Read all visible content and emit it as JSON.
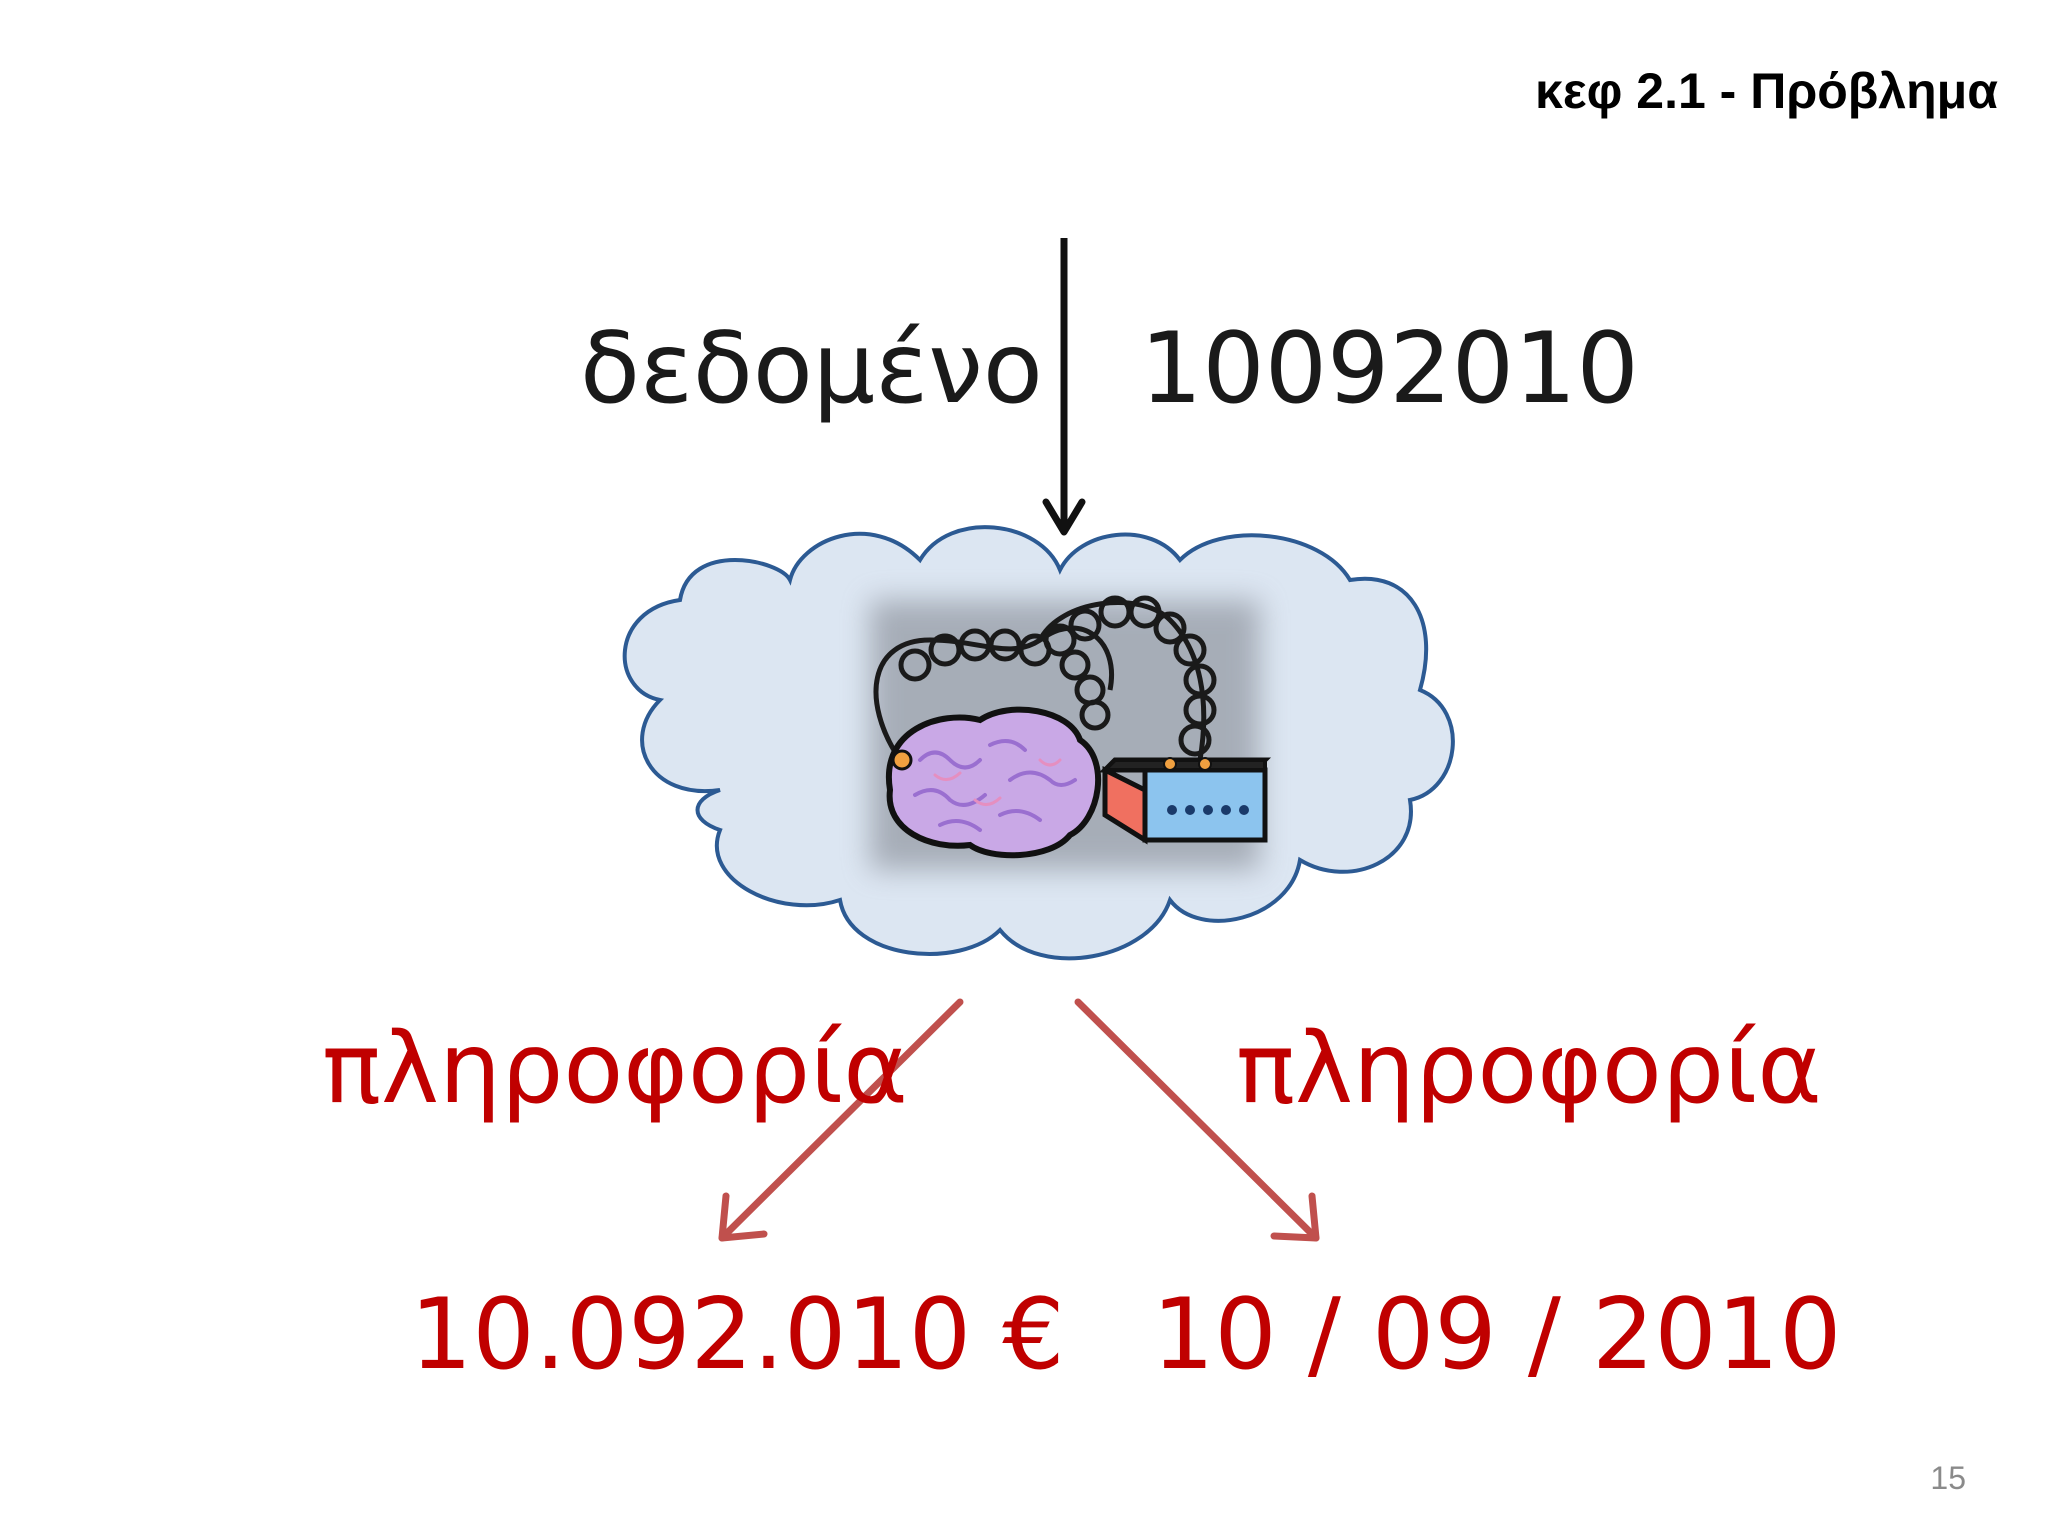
{
  "slide": {
    "title": "κεφ 2.1 - Πρόβλημα",
    "data_label": "δεδομένο",
    "data_value": "10092010",
    "info_left": "πληροφορία",
    "info_right": "πληροφορία",
    "result_left": "10.092.010 €",
    "result_right": "10 / 09 / 2010",
    "page_number": "15"
  },
  "illustration": {
    "description_icon": "brain-connected-to-machine-icon",
    "cloud_icon": "thought-cloud-icon"
  },
  "colors": {
    "accent_red": "#c00000",
    "arrow_red": "#c0504d",
    "cloud_fill": "#dce6f2",
    "cloud_stroke": "#2c5a93"
  }
}
